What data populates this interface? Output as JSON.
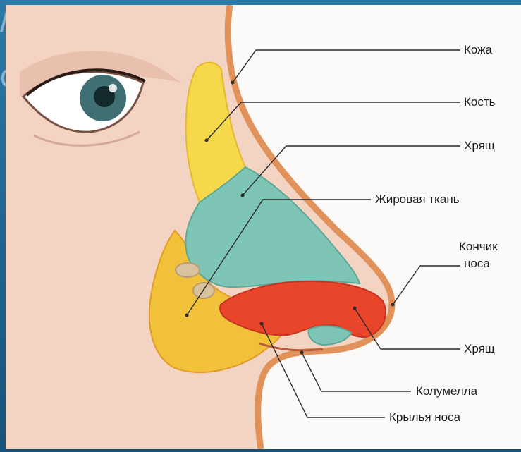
{
  "labels": {
    "skin": "Кожа",
    "bone": "Кость",
    "upper_cartilage": "Хрящ",
    "fat_tissue": "Жировая ткань",
    "tip_line1": "Кончик",
    "tip_line2": "носа",
    "lower_cartilage": "Хрящ",
    "columella": "Колумелла",
    "nose_wings": "Крылья носа"
  },
  "colors": {
    "background_frame": "#1f5f86",
    "skin_face": "#f3d3c2",
    "skin_outline": "#e0925a",
    "bone": "#f5d94a",
    "fat": "#f2c13a",
    "upper_cartilage": "#7ec5b6",
    "lower_cartilage": "#e8452a",
    "leader_line": "#2a2a2a"
  }
}
